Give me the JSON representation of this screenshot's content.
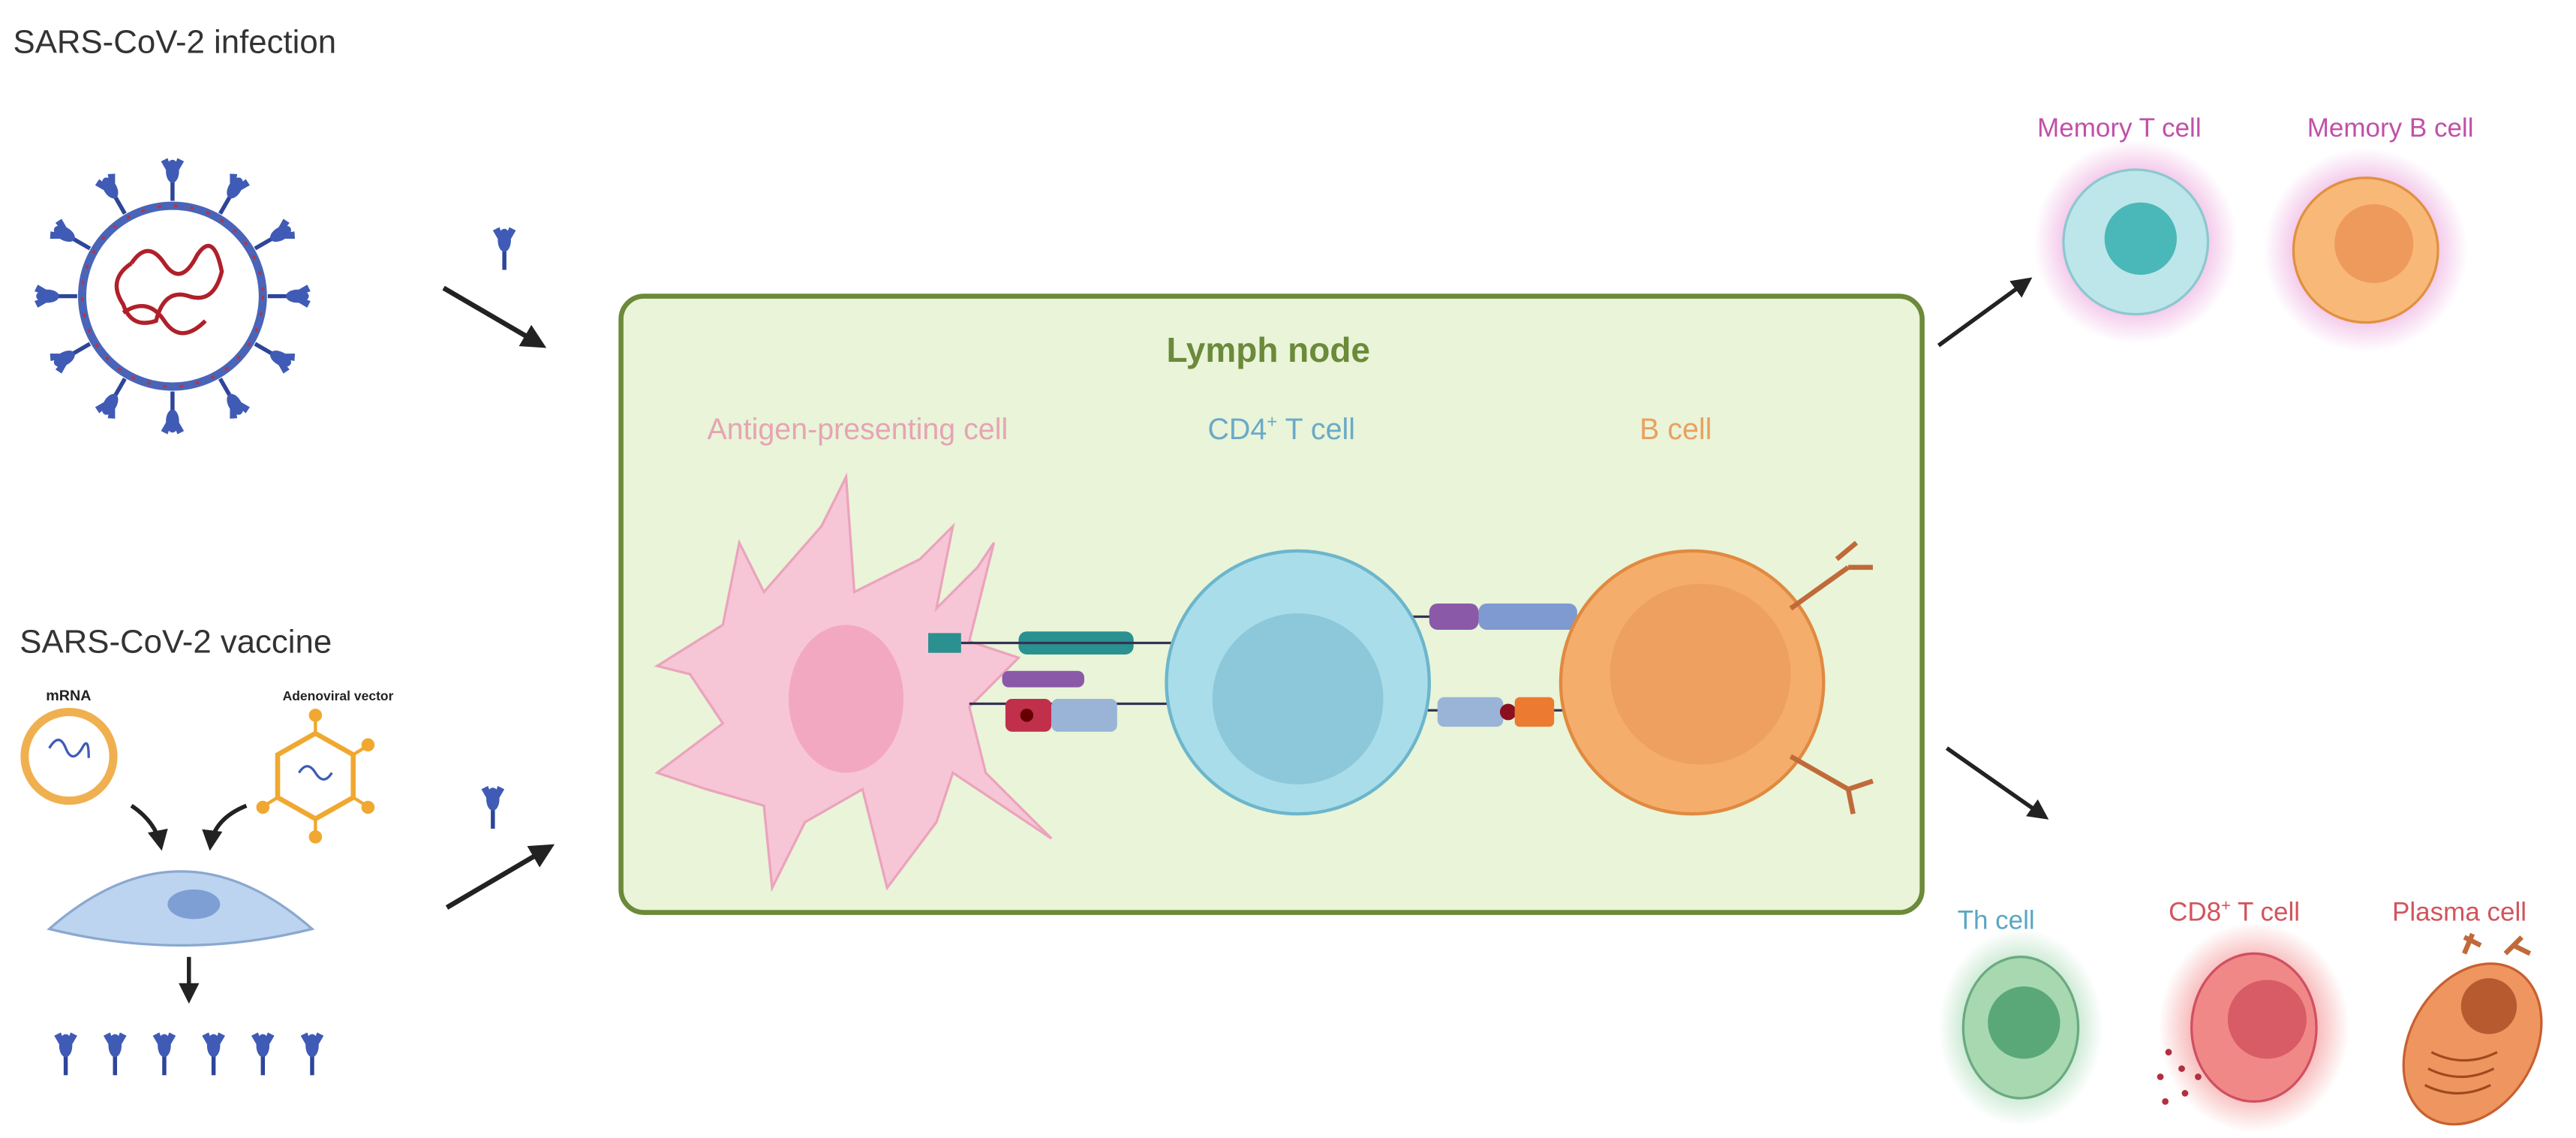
{
  "infection": {
    "title": "SARS-CoV-2 infection"
  },
  "vaccine": {
    "title": "SARS-CoV-2 vaccine",
    "mrna_label": "mRNA",
    "adenoviral_label": "Adenoviral vector"
  },
  "lymph_node": {
    "title": "Lymph node",
    "apc_label": "Antigen-presenting cell",
    "cd4_label": "CD4",
    "cd4_sup": "+",
    "cd4_suffix": " T cell",
    "bcell_label": "B cell"
  },
  "outcomes": {
    "memory_t": "Memory T cell",
    "memory_b": "Memory B cell",
    "th": "Th cell",
    "cd8": "CD8",
    "cd8_sup": "+",
    "cd8_suffix": " T cell",
    "plasma": "Plasma cell"
  },
  "colors": {
    "lymph_fill": "#e9f4d8",
    "lymph_stroke": "#6b8a3a",
    "apc": "#f7c6d6",
    "tcell": "#a9dde9",
    "bcell": "#f5ad6c",
    "spike": "#3f5bb5",
    "memory_label": "#c150a8",
    "th_label": "#5aa6c4",
    "cd8_label": "#d2545c"
  }
}
